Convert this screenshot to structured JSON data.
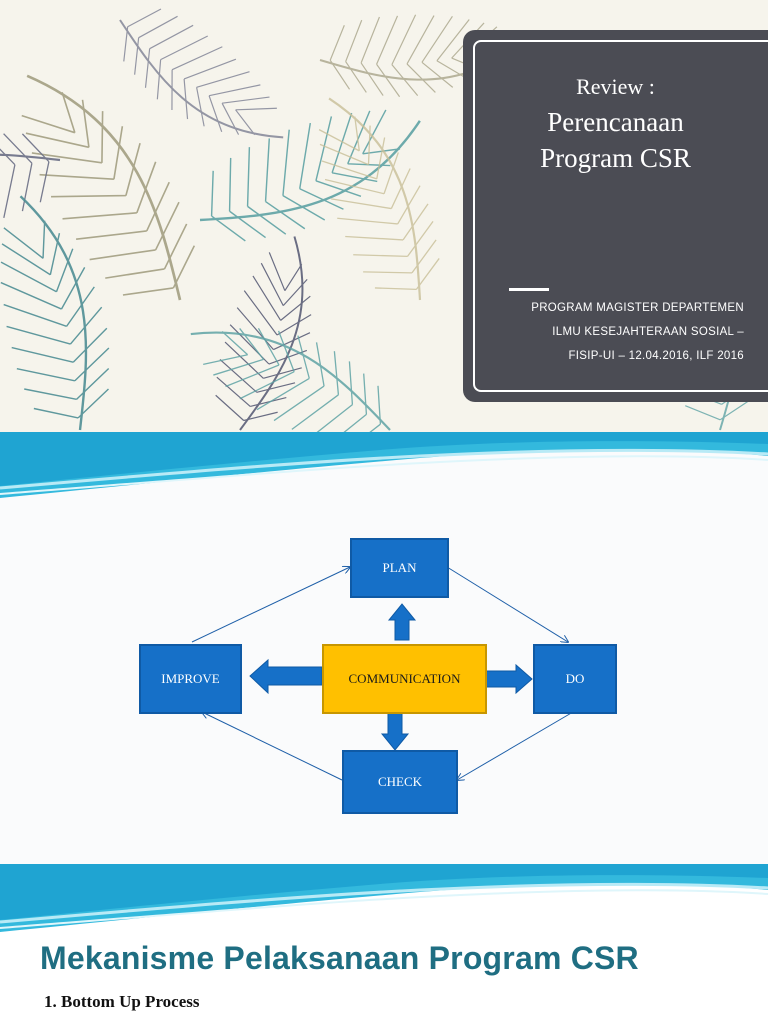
{
  "slide1": {
    "title_line1": "Review :",
    "title_line2": "Perencanaan",
    "title_line3": "Program CSR",
    "subtitle_lines": [
      "PROGRAM MAGISTER DEPARTEMEN",
      "ILMU KESEJAHTERAAN SOSIAL –",
      "FISIP-UI – 12.04.2016, ILF 2016"
    ]
  },
  "slide2": {
    "diagram": {
      "center": "COMMUNICATION",
      "top": "PLAN",
      "right": "DO",
      "bottom": "CHECK",
      "left": "IMPROVE"
    }
  },
  "slide3": {
    "title": "Mekanisme  Pelaksanaan Program CSR",
    "item1": "1. Bottom Up Process"
  },
  "colors": {
    "card": "#4b4c54",
    "box_blue": "#1670c8",
    "box_yellow": "#ffc000",
    "title_teal": "#1f6e82",
    "wave_cyan": "#33b9dd"
  }
}
